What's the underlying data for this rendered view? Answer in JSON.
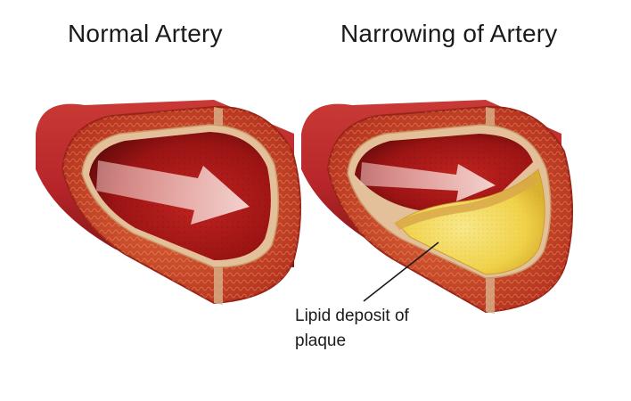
{
  "titles": {
    "normal": "Normal Artery",
    "narrowed": "Narrowing of Artery"
  },
  "callout": {
    "line1": "Lipid deposit of",
    "line2": "plaque"
  },
  "colors": {
    "vessel_outer": "#b8262a",
    "vessel_dark": "#7e1214",
    "wall_muscle": "#c8492c",
    "lumen_blood": "#b01a1a",
    "intima": "#d9b28a",
    "plaque": "#f0d24a",
    "plaque_light": "#f8e88a",
    "flow_arrow": "#f3c9c4"
  },
  "icons": {
    "flow": "flow-arrow-icon",
    "plaque_pointer": "callout-line"
  }
}
